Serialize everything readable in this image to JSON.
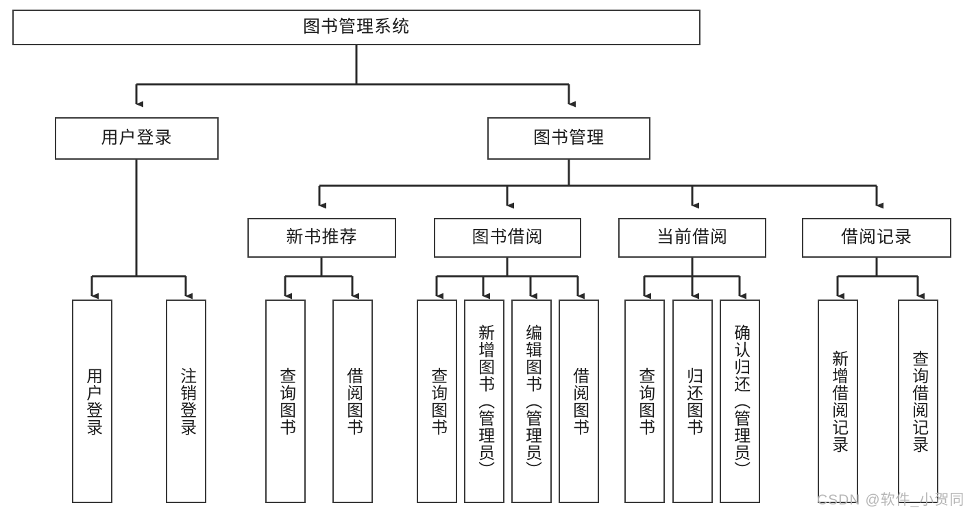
{
  "diagram": {
    "type": "tree-hierarchy",
    "title": "图书管理系统",
    "orientation": "top-down",
    "colors": {
      "border": "#3a3a3a",
      "box_fill": "#ffffff",
      "text": "#1b1b1b",
      "connector": "#2b2b2b",
      "watermark": "#b6b6b6",
      "background": "#ffffff"
    },
    "root": {
      "label": "图书管理系统"
    },
    "level1": [
      {
        "label": "用户登录"
      },
      {
        "label": "图书管理"
      }
    ],
    "level2": [
      {
        "label": "新书推荐"
      },
      {
        "label": "图书借阅"
      },
      {
        "label": "当前借阅"
      },
      {
        "label": "借阅记录"
      }
    ],
    "leaves": {
      "user_login": [
        {
          "label": "用户登录"
        },
        {
          "label": "注销登录"
        }
      ],
      "new_book_recommend": [
        {
          "label": "查询图书"
        },
        {
          "label": "借阅图书"
        }
      ],
      "book_borrow": [
        {
          "label": "查询图书"
        },
        {
          "label": "新增图书（管理员）"
        },
        {
          "label": "编辑图书（管理员）"
        },
        {
          "label": "借阅图书"
        }
      ],
      "current_borrow": [
        {
          "label": "查询图书"
        },
        {
          "label": "归还图书"
        },
        {
          "label": "确认归还（管理员）"
        }
      ],
      "borrow_record": [
        {
          "label": "新增借阅记录"
        },
        {
          "label": "查询借阅记录"
        }
      ]
    }
  },
  "watermark": {
    "text": "CSDN @软件_小贺同学"
  }
}
